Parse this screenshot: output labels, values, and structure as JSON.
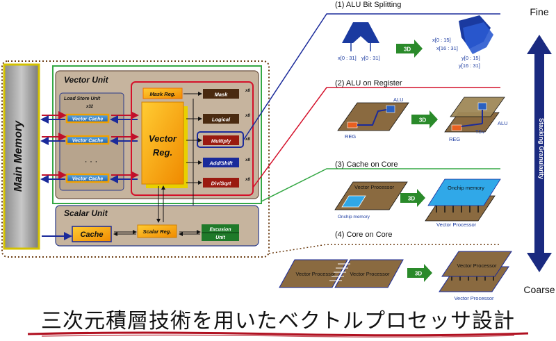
{
  "diagram": {
    "main_memory": "Main Memory",
    "vector_unit": "Vector Unit",
    "load_store_unit": "Load Store Unit",
    "x32": "x32",
    "vector_cache": "Vector Cache",
    "dots": "·  ·  ·",
    "vector_reg_line1": "Vector",
    "vector_reg_line2": "Reg.",
    "mask_reg": "Mask Reg.",
    "alus": [
      {
        "label": "Mask",
        "count": "x8"
      },
      {
        "label": "Logical",
        "count": "x8"
      },
      {
        "label": "Multiply",
        "count": "x8"
      },
      {
        "label": "Add/Shift",
        "count": "x8"
      },
      {
        "label": "Div/Sqrt",
        "count": "x8"
      }
    ],
    "scalar_unit": "Scalar Unit",
    "cache": "Cache",
    "scalar_reg": "Scalar Reg.",
    "execution_line1": "Excusion",
    "execution_line2": "Unit"
  },
  "stacking": {
    "s1": {
      "title": "(1) ALU Bit Splitting",
      "x0_31": "x[0 : 31]",
      "y0_31": "y[0 : 31]",
      "x0_15": "x[0 : 15]",
      "x16_31": "x[16 : 31]",
      "y0_15": "y[0 : 15]",
      "y16_31": "y[16 : 31]"
    },
    "s2": {
      "title": "(2) ALU on Register",
      "alu": "ALU",
      "reg": "REG",
      "alu2": "ALU",
      "reg2": "REG",
      "tsv": "TSV"
    },
    "s3": {
      "title": "(3) Cache on Core",
      "vp": "Vector Processor",
      "onchip": "Onchip memory",
      "onchip_top": "Onchip memory",
      "vp2": "Vector Processor"
    },
    "s4": {
      "title": "(4) Core on Core",
      "vp_a": "Vector Processor",
      "vp_b": "Vector Processor",
      "vp_top": "Vector Processor",
      "vp_bottom": "Vector Processor"
    },
    "arrow_label": "3D",
    "fine": "Fine",
    "coarse": "Coarse",
    "granularity": "Stacking Granularity"
  },
  "caption": "三次元積層技術を用いたベクトルプロセッサ設計"
}
